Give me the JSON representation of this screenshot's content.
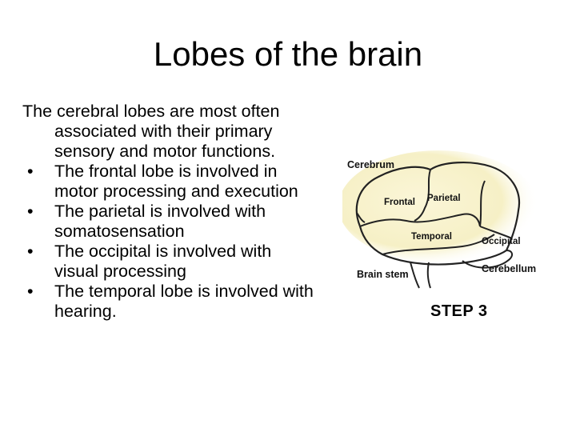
{
  "slide": {
    "title": "Lobes of the brain",
    "intro": "The cerebral lobes are most often associated with their primary sensory and motor functions.",
    "bullets": [
      "The frontal lobe is involved in motor processing and execution",
      "The parietal is involved with somatosensation",
      "The occipital is involved with visual processing",
      "The temporal lobe is involved with hearing."
    ],
    "bullet_symbol": "•"
  },
  "diagram": {
    "labels": {
      "cerebrum": "Cerebrum",
      "frontal": "Frontal",
      "parietal": "Parietal",
      "temporal": "Temporal",
      "occipital": "Occipital",
      "brain_stem": "Brain stem",
      "cerebellum": "Cerebellum"
    },
    "caption": "STEP 3"
  }
}
